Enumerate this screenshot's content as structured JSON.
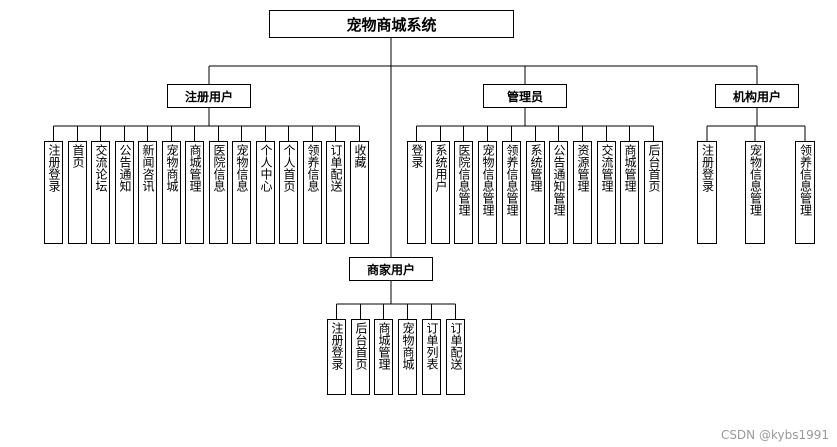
{
  "root": {
    "label": "宠物商城系统"
  },
  "groups": {
    "registered": {
      "label": "注册用户",
      "items": [
        "注册登录",
        "首页",
        "交流论坛",
        "公告通知",
        "新闻咨讯",
        "宠物商城",
        "商城管理",
        "医院信息",
        "宠物信息",
        "个人中心",
        "个人首页",
        "领养信息",
        "订单配送",
        "收藏"
      ]
    },
    "admin": {
      "label": "管理员",
      "items": [
        "登录",
        "系统用户",
        "医院信息管理",
        "宠物信息管理",
        "领养信息管理",
        "系统管理",
        "公告通知管理",
        "资源管理",
        "交流管理",
        "商城管理",
        "后台首页"
      ]
    },
    "org": {
      "label": "机构用户",
      "items": [
        "注册登录",
        "宠物信息管理",
        "领养信息管理"
      ]
    },
    "merchant": {
      "label": "商家用户",
      "items": [
        "注册登录",
        "后台首页",
        "商城管理",
        "宠物商城",
        "订单列表",
        "订单配送"
      ]
    }
  },
  "watermark": "CSDN @kybs1991"
}
